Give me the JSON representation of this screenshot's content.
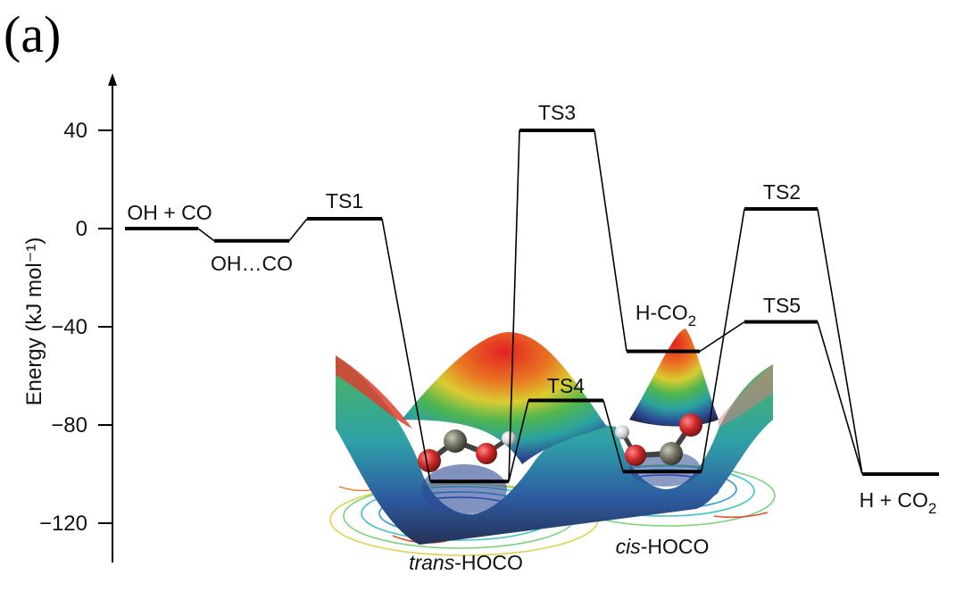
{
  "panel_label": "(a)",
  "chart_data": {
    "type": "line",
    "ylabel": "Energy (kJ mol⁻¹)",
    "ylim": [
      -135,
      62
    ],
    "yticks": [
      40,
      0,
      -40,
      -80,
      -120
    ],
    "ytick_labels": [
      "40",
      "0",
      "−40",
      "−80",
      "−120"
    ],
    "levels": [
      {
        "id": "oh_co",
        "label": "OH + CO",
        "energy": 0
      },
      {
        "id": "oh_dots_co",
        "label": "OH…CO",
        "energy": -5
      },
      {
        "id": "ts1",
        "label": "TS1",
        "energy": 4
      },
      {
        "id": "trans",
        "label_italic": "trans",
        "label_rest": "-HOCO",
        "energy": -103
      },
      {
        "id": "ts3",
        "label": "TS3",
        "energy": 40
      },
      {
        "id": "ts4",
        "label": "TS4",
        "energy": -70
      },
      {
        "id": "hco2",
        "label_main": "H-CO",
        "label_sub": "2",
        "energy": -50
      },
      {
        "id": "cis",
        "label_italic": "cis",
        "label_rest": "-HOCO",
        "energy": -99
      },
      {
        "id": "ts2",
        "label": "TS2",
        "energy": 8
      },
      {
        "id": "ts5",
        "label": "TS5",
        "energy": -38
      },
      {
        "id": "h_co2",
        "label_main": "H + CO",
        "label_sub": "2",
        "energy": -100
      }
    ],
    "connections": [
      [
        "oh_co",
        "oh_dots_co"
      ],
      [
        "oh_dots_co",
        "ts1"
      ],
      [
        "ts1",
        "trans"
      ],
      [
        "trans",
        "ts3"
      ],
      [
        "ts3",
        "hco2"
      ],
      [
        "trans",
        "ts4"
      ],
      [
        "ts4",
        "cis"
      ],
      [
        "hco2",
        "ts5"
      ],
      [
        "ts5",
        "h_co2"
      ],
      [
        "cis",
        "ts2"
      ],
      [
        "ts2",
        "h_co2"
      ]
    ]
  }
}
